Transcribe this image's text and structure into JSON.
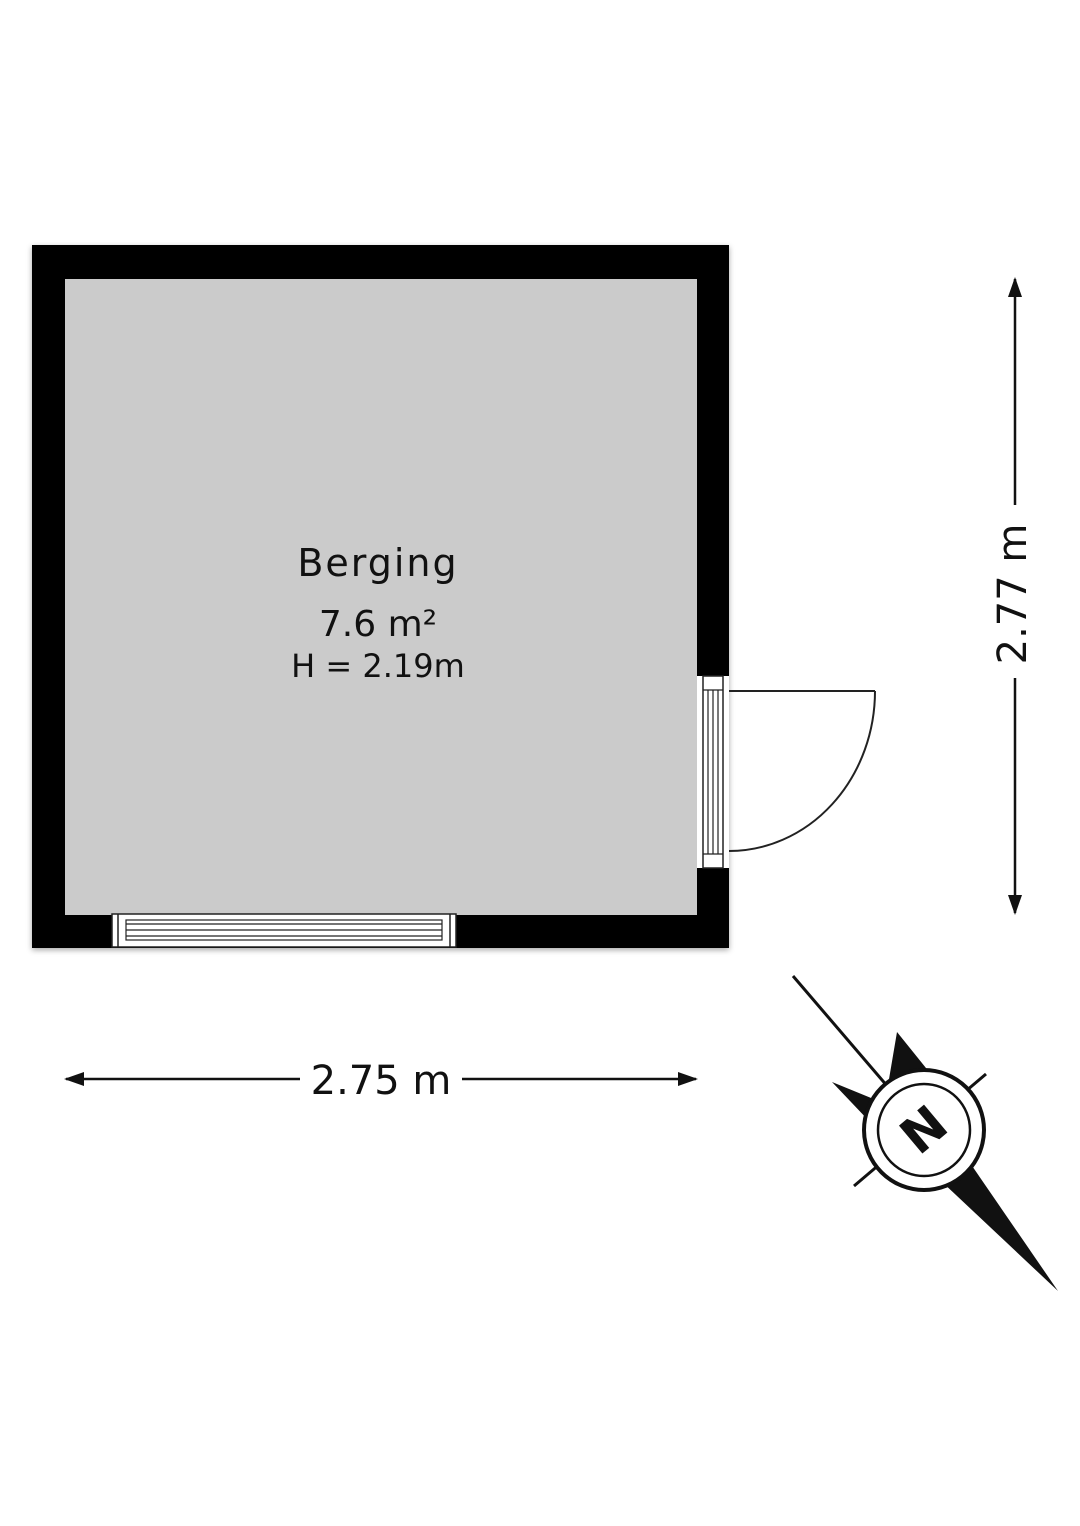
{
  "room": {
    "name": "Berging",
    "area": "7.6 m²",
    "height": "H = 2.19m"
  },
  "dimensions": {
    "width": "2.75 m",
    "depth": "2.77 m"
  },
  "compass": {
    "letter": "N"
  },
  "colors": {
    "wall": "#000000",
    "floor": "#cbcbcb",
    "line": "#111111"
  }
}
